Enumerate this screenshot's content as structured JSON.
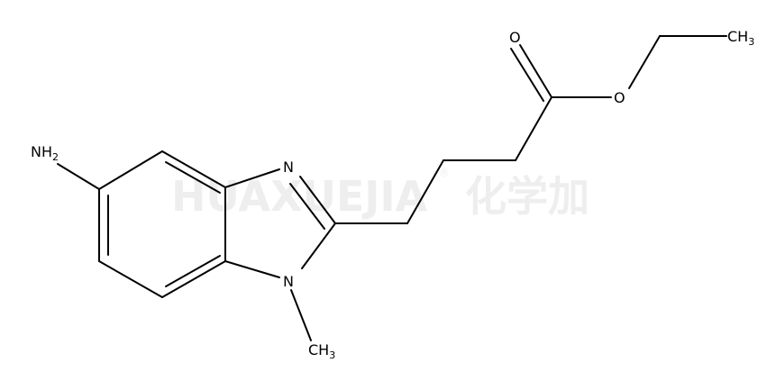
{
  "diagram": {
    "type": "chemical-structure",
    "watermark": {
      "text": "HUAXUEJIA",
      "registered": "®",
      "cjk": "化学加"
    },
    "atoms": {
      "amine": {
        "element": "N",
        "main": "NH",
        "sub": "2"
      },
      "imine_n": {
        "element": "N",
        "main": "N"
      },
      "ring_n": {
        "element": "N",
        "main": "N"
      },
      "n_methyl": {
        "element": "C",
        "main": "CH",
        "sub": "3"
      },
      "carbonyl_o": {
        "element": "O",
        "main": "O"
      },
      "ester_o": {
        "element": "O",
        "main": "O"
      },
      "ethyl_methyl": {
        "element": "C",
        "main": "CH",
        "sub": "3"
      }
    }
  }
}
